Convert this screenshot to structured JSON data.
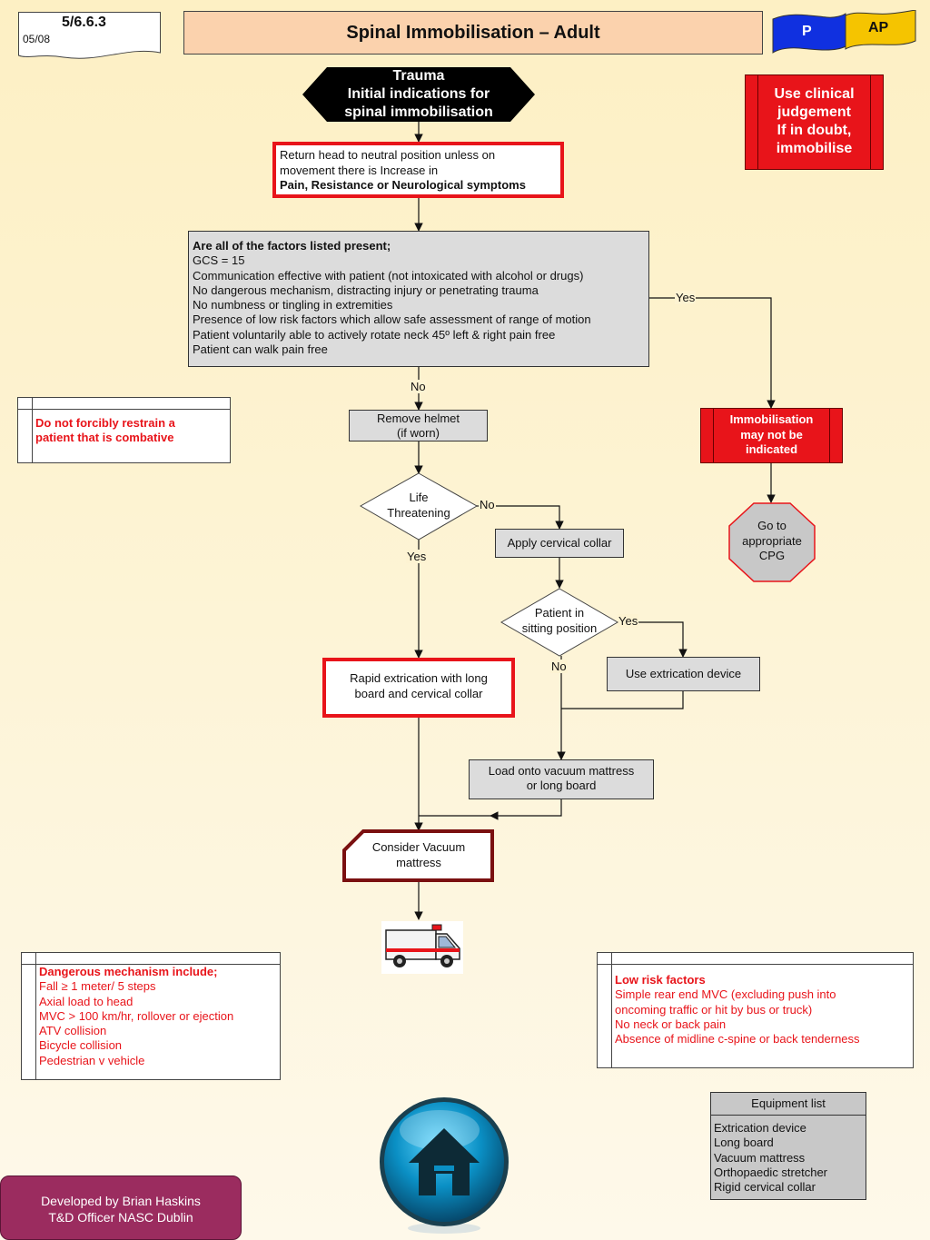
{
  "header": {
    "code": "5/6.6.3",
    "date": "05/08",
    "title": "Spinal Immobilisation – Adult",
    "flag_p": "P",
    "flag_ap": "AP"
  },
  "start": [
    "Trauma",
    "Initial indications for",
    "spinal immobilisation"
  ],
  "clinical_note": [
    "Use clinical",
    "judgement",
    "If in doubt,",
    "immobilise"
  ],
  "neutral_box": {
    "line1": "Return head to neutral position unless on",
    "line2": "movement there is Increase in",
    "line3": "Pain, Resistance or Neurological symptoms"
  },
  "factors_box": {
    "heading": "Are all of the factors listed present;",
    "items": [
      "GCS = 15",
      "Communication effective with patient (not intoxicated with alcohol or drugs)",
      "No dangerous mechanism, distracting injury or penetrating trauma",
      "No numbness or tingling in extremities",
      "Presence of low risk factors which allow safe assessment of range of motion",
      "Patient voluntarily able to actively rotate neck 45º left & right pain free",
      "Patient can walk pain free"
    ]
  },
  "labels": {
    "yes": "Yes",
    "no": "No"
  },
  "remove_helmet": [
    "Remove helmet",
    "(if worn)"
  ],
  "immobilisation": [
    "Immobilisation",
    "may not be",
    "indicated"
  ],
  "cpg": [
    "Go to",
    "appropriate",
    "CPG"
  ],
  "life_threatening": [
    "Life",
    "Threatening"
  ],
  "apply_collar": "Apply cervical collar",
  "sitting": [
    "Patient in",
    "sitting position"
  ],
  "extrication_device": "Use extrication device",
  "rapid_extrication": [
    "Rapid extrication with long",
    "board and cervical collar"
  ],
  "load_vacuum": [
    "Load onto vacuum mattress",
    "or long board"
  ],
  "consider_vacuum": [
    "Consider Vacuum",
    "mattress"
  ],
  "restrain_note": [
    "Do not forcibly restrain a",
    "patient that is combative"
  ],
  "dangerous": {
    "heading": "Dangerous mechanism include;",
    "items": [
      "Fall ≥ 1 meter/ 5 steps",
      "Axial load to head",
      "MVC > 100 km/hr, rollover or ejection",
      "ATV collision",
      "Bicycle collision",
      "Pedestrian v vehicle"
    ]
  },
  "low_risk": {
    "heading": "Low risk factors",
    "items": [
      "Simple rear end MVC (excluding push into",
      "oncoming traffic or hit by bus or truck)",
      "No neck or back pain",
      "Absence of midline c-spine or back tenderness"
    ]
  },
  "equipment": {
    "heading": "Equipment list",
    "items": [
      "Extrication device",
      "Long board",
      "Vacuum mattress",
      "Orthopaedic stretcher",
      "Rigid cervical collar"
    ]
  },
  "footer": [
    "Developed by Brian Haskins",
    "T&D Officer NASC Dublin"
  ],
  "colors": {
    "red": "#e8141a",
    "maroon": "#7a1010",
    "gray_box": "#dcdcdc",
    "title_bg": "#fbd2ad",
    "flag_blue": "#1030e0",
    "flag_yellow": "#f5c400",
    "footer_bg": "#9b2c5f"
  },
  "icons": [
    "ambulance-icon",
    "home-icon"
  ]
}
